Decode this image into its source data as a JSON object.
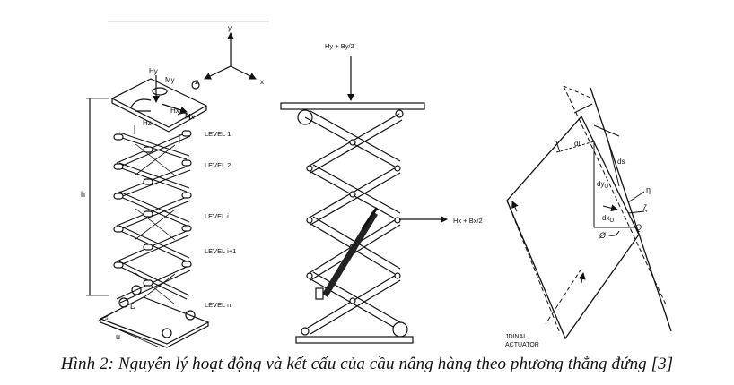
{
  "figure": {
    "left_panel": {
      "axes": {
        "y": "y",
        "z": "z",
        "x": "x"
      },
      "loads": {
        "hy": "Hy",
        "my": "My",
        "hz": "Hz",
        "hx": "Hx",
        "mx": "Mx"
      },
      "levels": [
        "LEVEL 1",
        "LEVEL 2",
        "LEVEL i",
        "LEVEL i+1",
        "LEVEL n"
      ],
      "dims": {
        "h": "h",
        "d": "D",
        "u": "u",
        "s": "s"
      }
    },
    "middle_panel": {
      "top_load": "Hy + By/2",
      "side_load": "Hx + Bx/2"
    },
    "right_panel": {
      "labels": {
        "dl": "dl",
        "ds": "ds",
        "dyq": "dy",
        "dyq_sub": "Q",
        "dxq": "dx",
        "dxq_sub": "O",
        "eta": "η",
        "zeta": "ζ",
        "q": "Q",
        "phi": "Ø"
      },
      "actuator_line1": "JDINAL",
      "actuator_line2": "ACTUATOR"
    }
  },
  "caption": "Hình 2: Nguyên lý hoạt động và kết cấu của cầu nâng hàng theo phương thẳng đứng [3]"
}
